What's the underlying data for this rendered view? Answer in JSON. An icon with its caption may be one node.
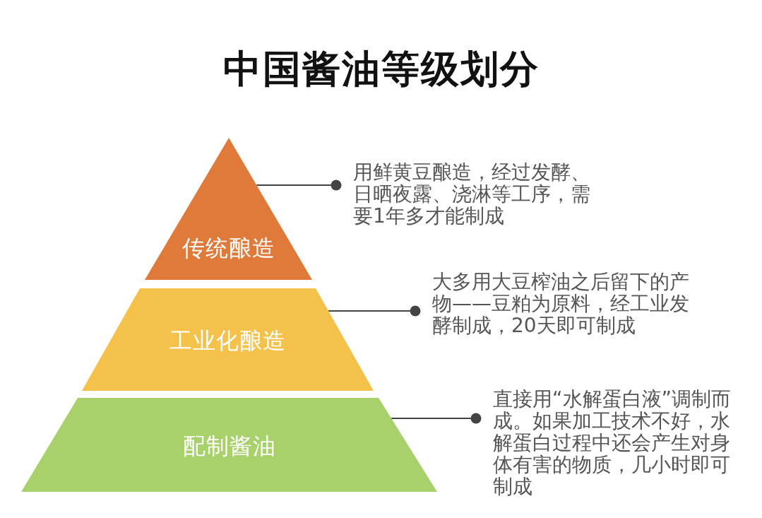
{
  "diagram": {
    "title": "中国酱油等级划分",
    "nodes": [
      {
        "text": [
          "传统酿造"
        ]
      },
      {
        "text": [
          "工业化酿造"
        ]
      },
      {
        "text": [
          "配制酱油"
        ]
      },
      {
        "text": [
          "用鲜黄豆酿造，经过发酵、日晒夜露、浇淋等工序，需要1年多才能制成"
        ]
      },
      {
        "text": [
          "大多用大豆榨油之后留下的产物——豆粕为原料，经工业发酵制成，20天即可制成"
        ]
      },
      {
        "text": [
          "直接用“水解蛋白液”调制而成。如果加工技术不好，水解蛋白过程中还会产生对身体有害的物质，几小时即可制成"
        ]
      }
    ],
    "edges": [
      {
        "from": 3,
        "to": 0,
        "arrow": "other"
      },
      {
        "from": 4,
        "to": 1,
        "arrow": "other"
      },
      {
        "from": 5,
        "to": 2,
        "arrow": "other"
      }
    ]
  }
}
